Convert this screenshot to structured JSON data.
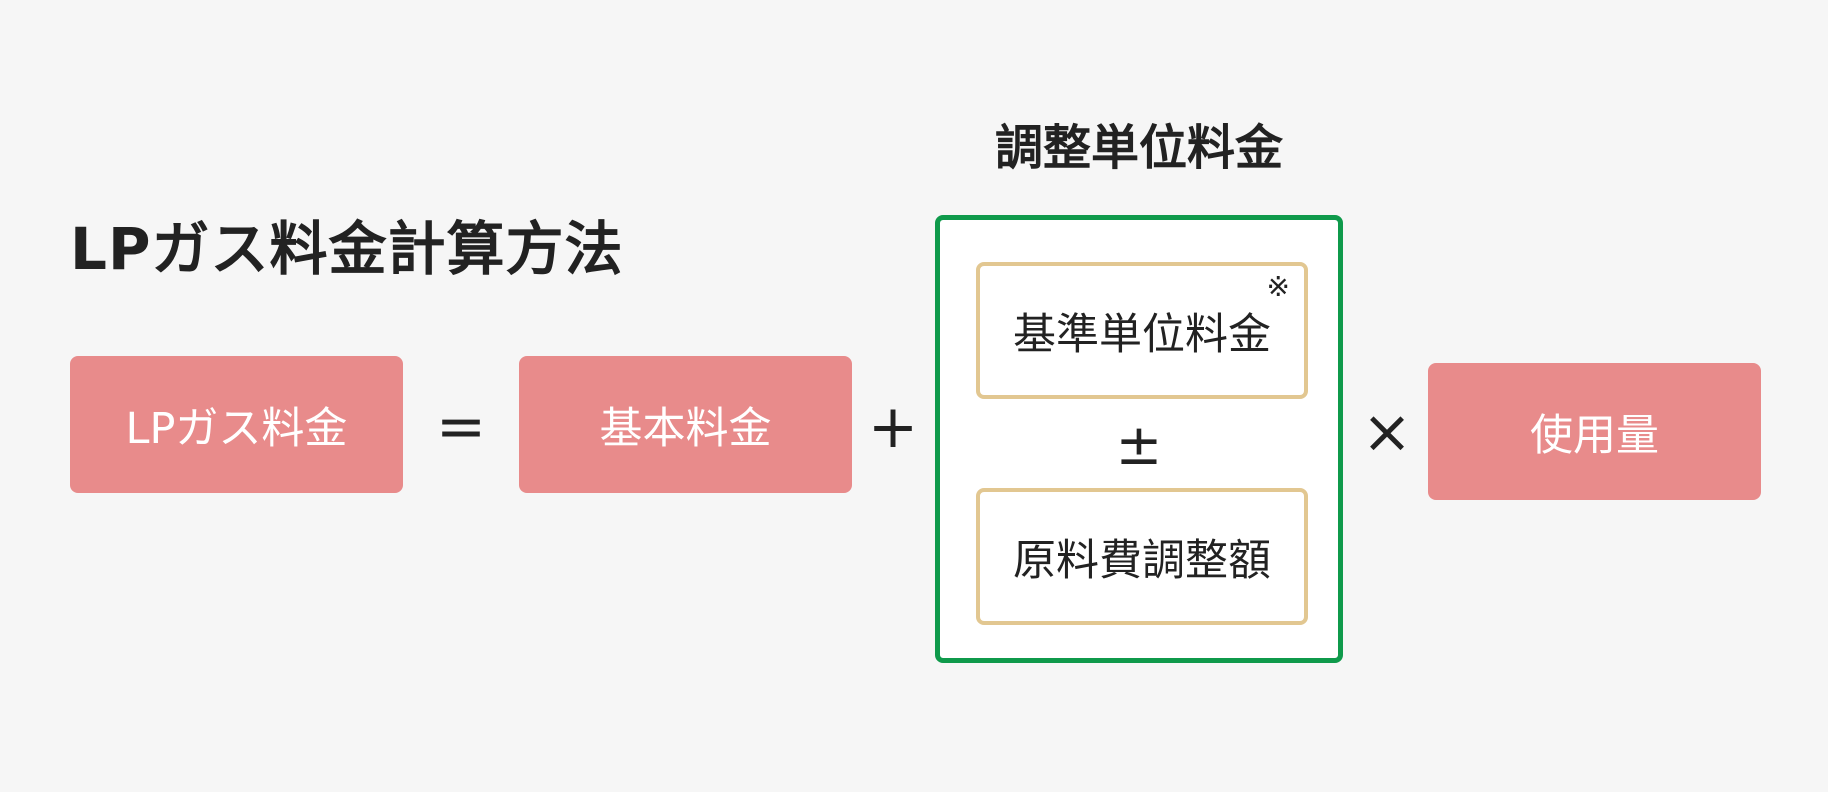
{
  "title": "LPガス料金計算方法",
  "terms": {
    "total": "LPガス料金",
    "base_fee": "基本料金",
    "usage": "使用量"
  },
  "operators": {
    "equals": "=",
    "plus": "+",
    "plus_minus": "±",
    "times": "×"
  },
  "adjusted_unit_rate": {
    "label": "調整単位料金",
    "standard_unit_rate": "基準単位料金",
    "note_mark": "※",
    "raw_material_adjustment": "原料費調整額"
  },
  "colors": {
    "background": "#f6f6f6",
    "term_box": "#e88b8b",
    "group_border": "#0f9a4b",
    "inner_border": "#e2c791",
    "text": "#222222"
  }
}
